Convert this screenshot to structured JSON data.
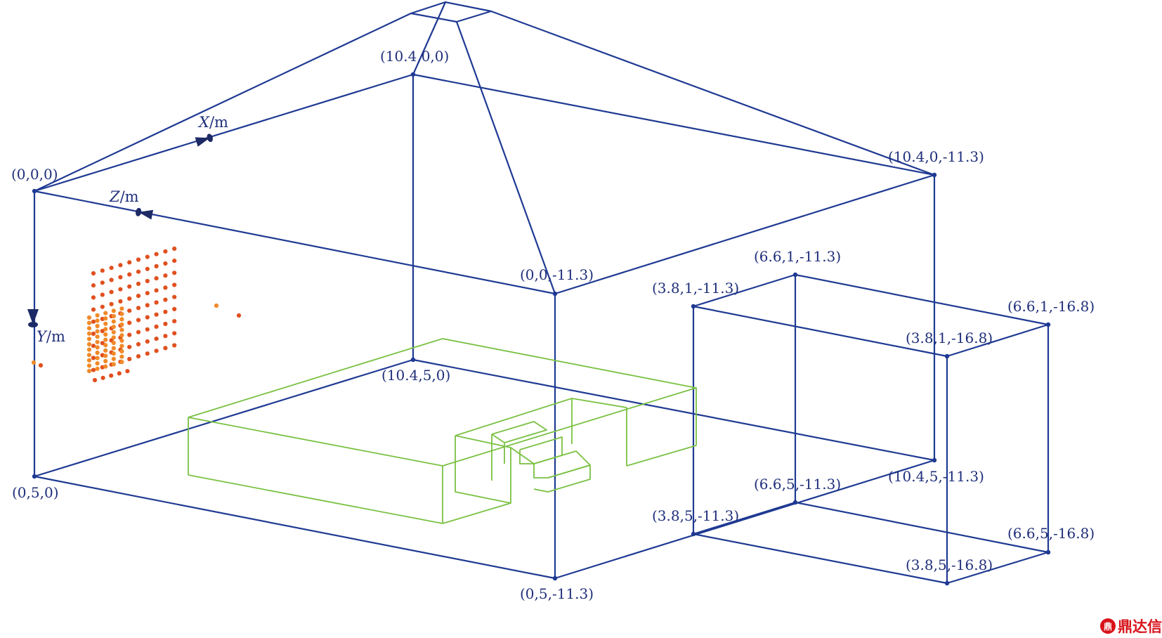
{
  "colors": {
    "frame": "#1f3a93",
    "furniture": "#7ac143",
    "point_red": "#e0501f",
    "point_orange": "#f08a2a",
    "watermark": "#d8131b"
  },
  "axes": {
    "x": {
      "name": "X",
      "unit": "/m"
    },
    "y": {
      "name": "Y",
      "unit": "/m"
    },
    "z": {
      "name": "Z",
      "unit": "/m"
    }
  },
  "labels": {
    "origin": "(0,0,0)",
    "p_10_4_0_0": "(10.4,0,0)",
    "p_10_4_0_m11_3": "(10.4,0,-11.3)",
    "p_0_0_m11_3": "(0,0,-11.3)",
    "p_0_5_0": "(0,5,0)",
    "p_10_4_5_0": "(10.4,5,0)",
    "p_0_5_m11_3": "(0,5,-11.3)",
    "p_10_4_5_m11_3": "(10.4,5,-11.3)",
    "p_6_6_1_m11_3": "(6.6,1,-11.3)",
    "p_3_8_1_m11_3": "(3.8,1,-11.3)",
    "p_6_6_1_m16_8": "(6.6,1,-16.8)",
    "p_3_8_1_m16_8": "(3.8,1,-16.8)",
    "p_6_6_5_m11_3": "(6.6,5,-11.3)",
    "p_3_8_5_m11_3": "(3.8,5,-11.3)",
    "p_6_6_5_m16_8": "(6.6,5,-16.8)",
    "p_3_8_5_m16_8": "(3.8,5,-16.8)"
  },
  "watermark": {
    "badge": "鼎",
    "text": "鼎达信"
  }
}
